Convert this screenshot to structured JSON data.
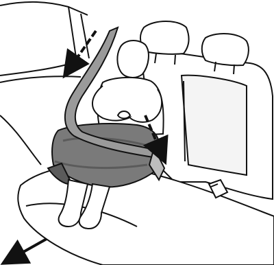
{
  "figure": {
    "caption": "",
    "colors": {
      "line": "#111111",
      "fill": "#ffffff",
      "blanket": "#7a7a7a",
      "blanket_dark": "#5b5b5b",
      "belt": "#9a9a9a"
    },
    "arrows": [
      {
        "name": "belt-shoulder-arrow",
        "direction": "down-left"
      },
      {
        "name": "belt-buckle-arrow",
        "direction": "down-right"
      },
      {
        "name": "vehicle-front-arrow",
        "direction": "down-left"
      }
    ]
  }
}
